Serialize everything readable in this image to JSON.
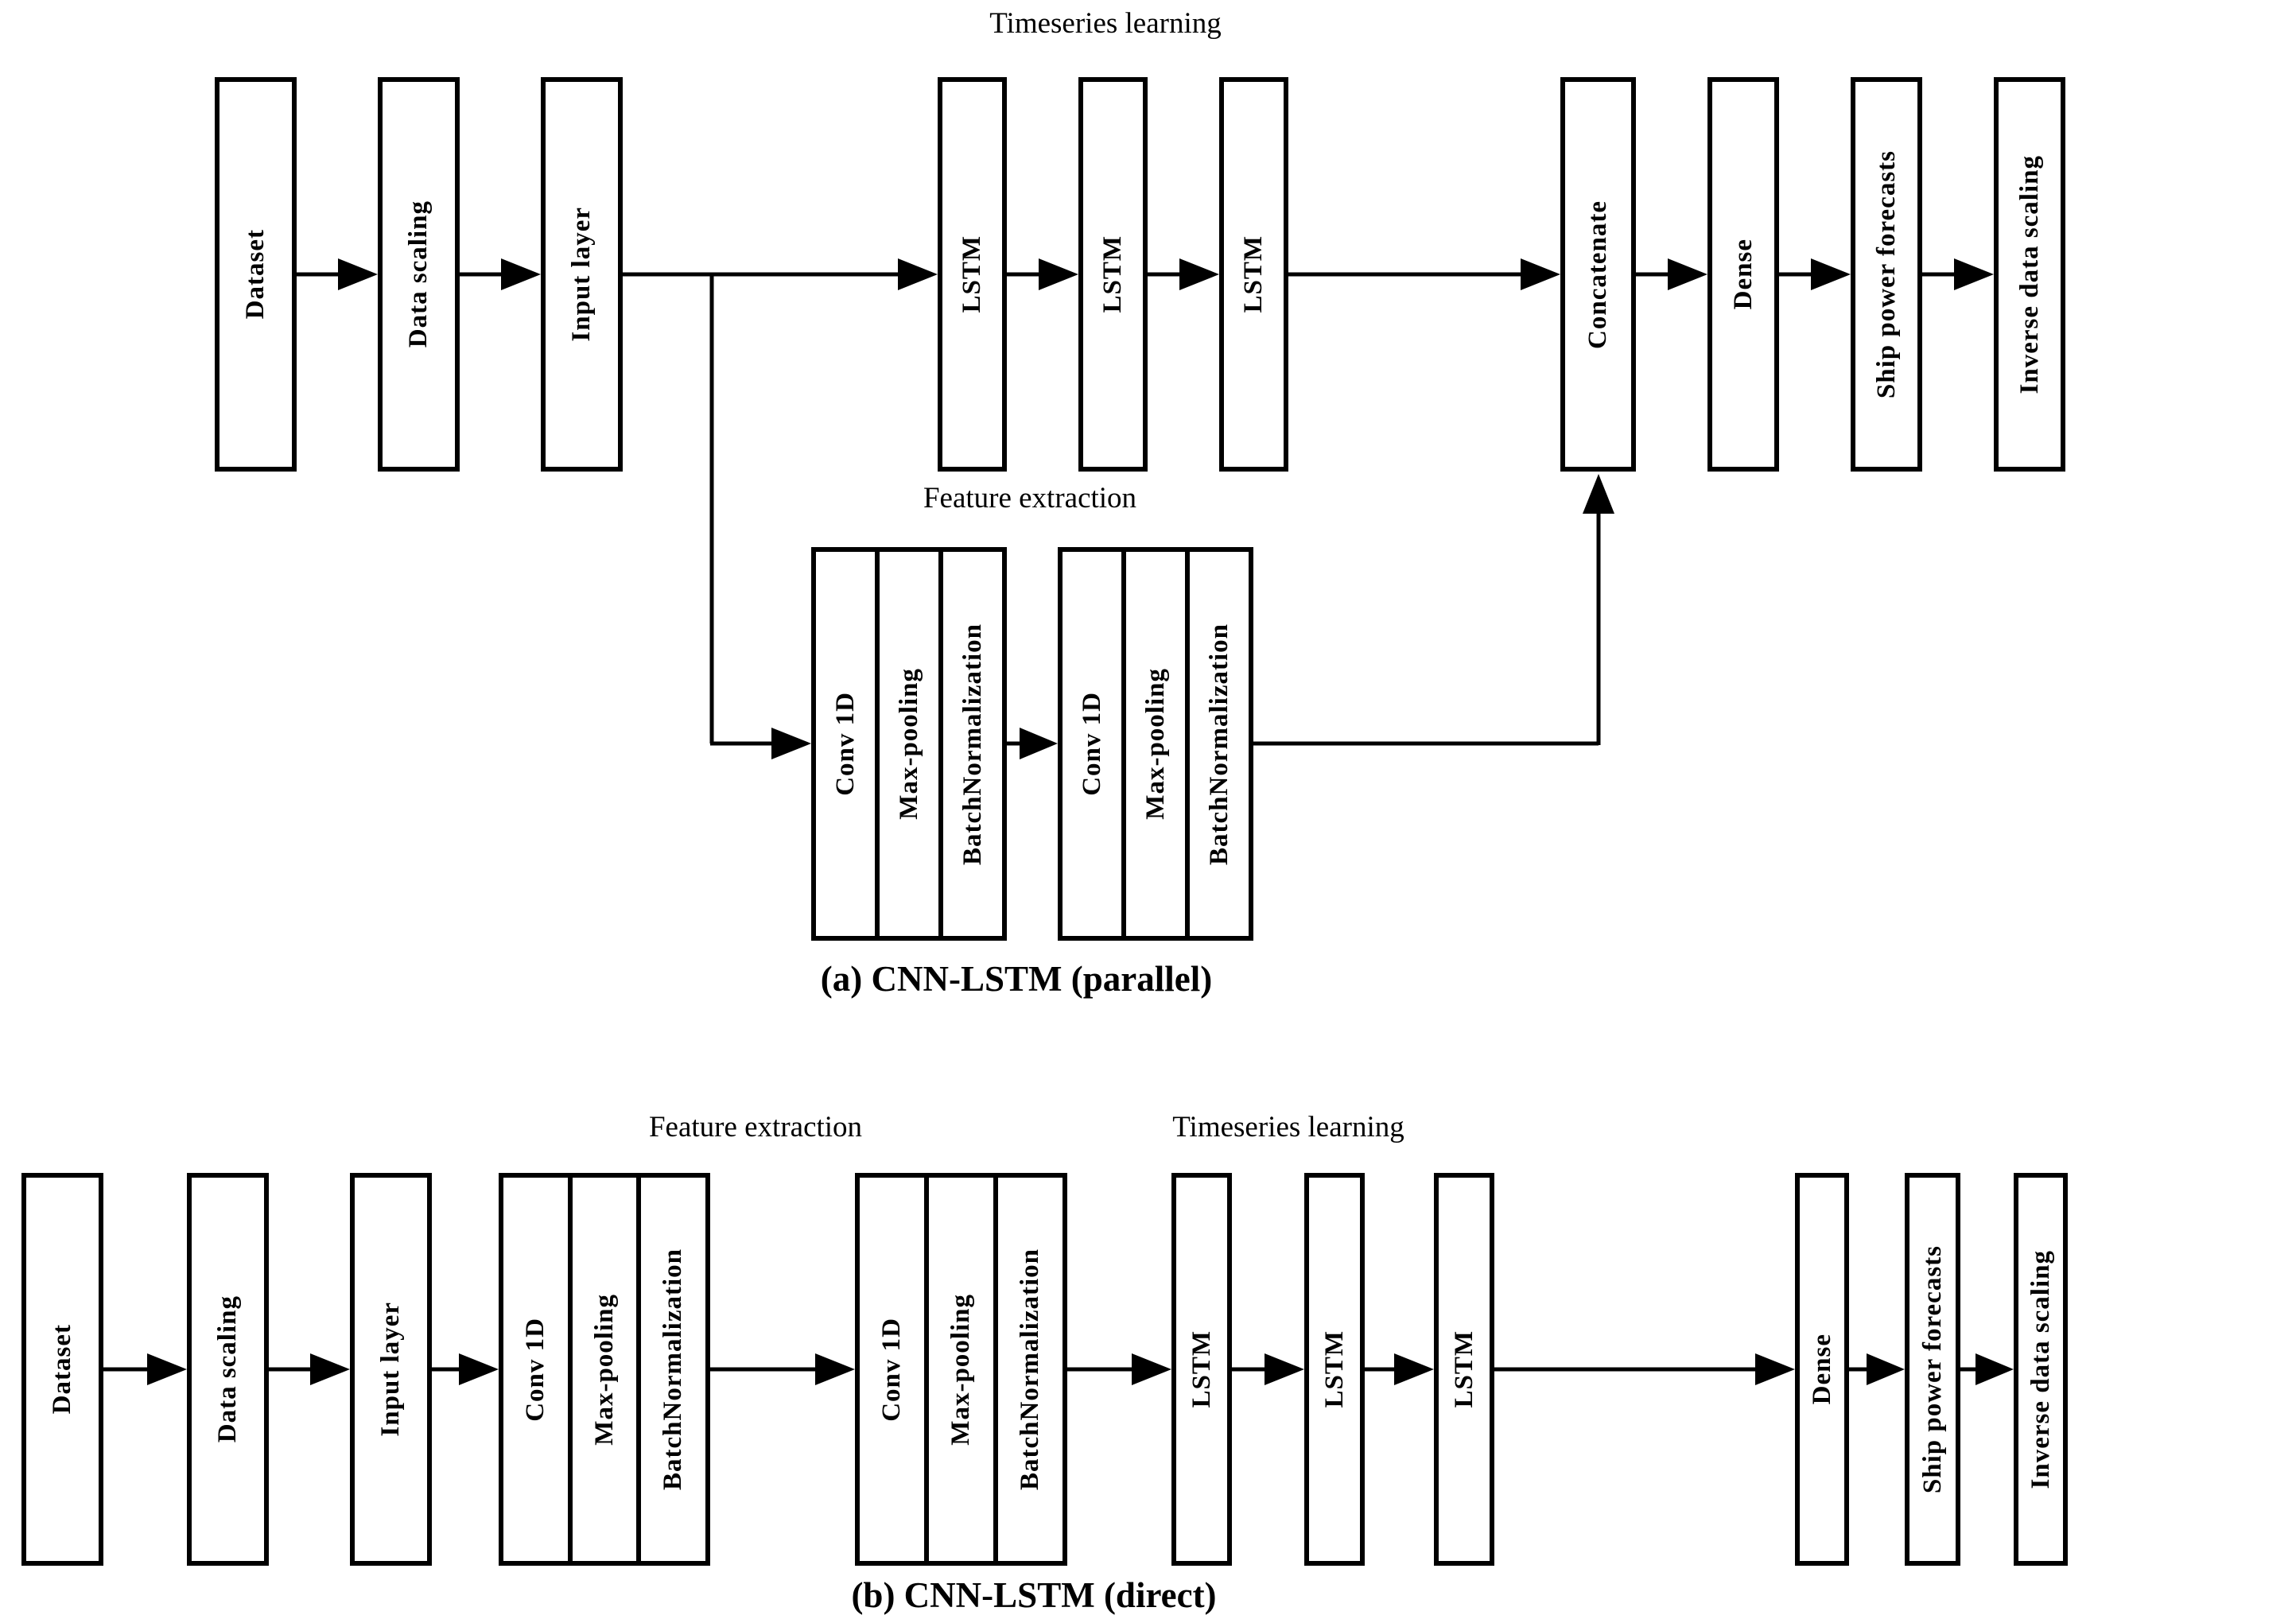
{
  "colors": {
    "ink": "#000000",
    "background": "#ffffff",
    "box_fill": "#ffffff"
  },
  "panel_a": {
    "label_timeseries": "Timeseries learning",
    "label_feature": "Feature extraction",
    "caption": "(a) CNN-LSTM (parallel)",
    "boxes": {
      "dataset": "Dataset",
      "data_scaling": "Data scaling",
      "input_layer": "Input layer",
      "lstm_1": "LSTM",
      "lstm_2": "LSTM",
      "lstm_3": "LSTM",
      "concatenate": "Concatenate",
      "dense": "Dense",
      "ship_power_forecasts": "Ship power forecasts",
      "inverse_data_scaling": "Inverse data scaling",
      "conv_group_1": {
        "conv": "Conv 1D",
        "max_pooling": "Max-pooling",
        "batch_normalization": "BatchNormalization"
      },
      "conv_group_2": {
        "conv": "Conv 1D",
        "max_pooling": "Max-pooling",
        "batch_normalization": "BatchNormalization"
      }
    }
  },
  "panel_b": {
    "label_feature": "Feature extraction",
    "label_timeseries": "Timeseries learning",
    "caption": "(b) CNN-LSTM (direct)",
    "boxes": {
      "dataset": "Dataset",
      "data_scaling": "Data scaling",
      "input_layer": "Input layer",
      "conv_group_1": {
        "conv": "Conv 1D",
        "max_pooling": "Max-pooling",
        "batch_normalization": "BatchNormalization"
      },
      "conv_group_2": {
        "conv": "Conv 1D",
        "max_pooling": "Max-pooling",
        "batch_normalization": "BatchNormalization"
      },
      "lstm_1": "LSTM",
      "lstm_2": "LSTM",
      "lstm_3": "LSTM",
      "dense": "Dense",
      "ship_power_forecasts": "Ship power forecasts",
      "inverse_data_scaling": "Inverse data scaling"
    }
  }
}
